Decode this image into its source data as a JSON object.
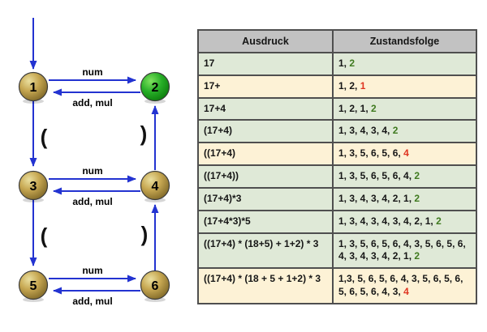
{
  "diagram": {
    "states": [
      {
        "label": "1",
        "kind": "normal"
      },
      {
        "label": "2",
        "kind": "accepting"
      },
      {
        "label": "3",
        "kind": "normal"
      },
      {
        "label": "4",
        "kind": "normal"
      },
      {
        "label": "5",
        "kind": "normal"
      },
      {
        "label": "6",
        "kind": "normal"
      }
    ],
    "edge_labels": {
      "num": "num",
      "add_mul": "add, mul",
      "open_paren": "(",
      "close_paren": ")"
    }
  },
  "table": {
    "headers": [
      "Ausdruck",
      "Zustandsfolge"
    ],
    "rows": [
      {
        "ausdruck": "17",
        "seq_prefix": "1, ",
        "seq_final": "2",
        "status": "ok"
      },
      {
        "ausdruck": "17+",
        "seq_prefix": "1, 2, ",
        "seq_final": "1",
        "status": "error"
      },
      {
        "ausdruck": "17+4",
        "seq_prefix": "1, 2, 1, ",
        "seq_final": "2",
        "status": "ok"
      },
      {
        "ausdruck": "(17+4)",
        "seq_prefix": "1, 3, 4, 3, 4, ",
        "seq_final": "2",
        "status": "ok"
      },
      {
        "ausdruck": "((17+4)",
        "seq_prefix": "1, 3, 5, 6, 5, 6, ",
        "seq_final": "4",
        "status": "error"
      },
      {
        "ausdruck": "((17+4))",
        "seq_prefix": "1, 3, 5, 6, 5, 6, 4, ",
        "seq_final": "2",
        "status": "ok"
      },
      {
        "ausdruck": "(17+4)*3",
        "seq_prefix": "1, 3, 4, 3, 4, 2, 1, ",
        "seq_final": "2",
        "status": "ok"
      },
      {
        "ausdruck": "(17+4*3)*5",
        "seq_prefix": "1, 3, 4, 3, 4, 3, 4, 2, 1, ",
        "seq_final": "2",
        "status": "ok"
      },
      {
        "ausdruck": "((17+4) * (18+5) + 1+2) * 3",
        "seq_prefix": "1, 3, 5, 6, 5, 6, 4, 3, 5, 6, 5, 6, 4, 3, 4, 3, 4, 2, 1, ",
        "seq_final": "2",
        "status": "ok"
      },
      {
        "ausdruck": "((17+4) * (18 + 5 + 1+2) * 3",
        "seq_prefix": "1,3, 5, 6, 5, 6, 4, 3, 5, 6, 5, 6, 5, 6, 5, 6, 4, 3, ",
        "seq_final": "4",
        "status": "error"
      }
    ]
  },
  "colors": {
    "arrow_blue": "#2333d1",
    "header_bg": "#c2c2c2",
    "ok_bg": "#dfe9d7",
    "error_bg": "#fdf2d6",
    "ok_final": "#3f7a1f",
    "error_final": "#df3420"
  }
}
